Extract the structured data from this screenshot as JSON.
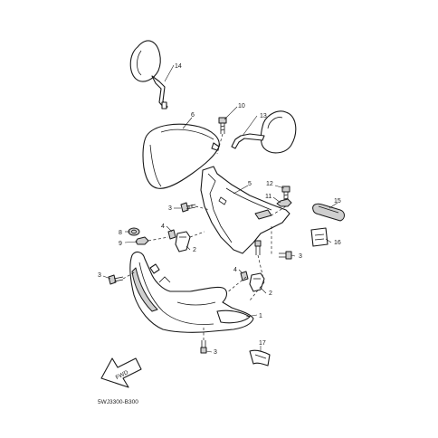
{
  "diagram": {
    "part_code": "5WJ3300-B300",
    "fwd_label": "FWD",
    "callouts": {
      "c1": "1",
      "c2a": "2",
      "c2b": "2",
      "c3a": "3",
      "c3b": "3",
      "c3c": "3",
      "c3d": "3",
      "c4a": "4",
      "c4b": "4",
      "c5": "5",
      "c6": "6",
      "c7": "7",
      "c8": "8",
      "c9": "9",
      "c10": "10",
      "c11": "11",
      "c12": "12",
      "c13": "13",
      "c14": "14",
      "c15": "15",
      "c16": "16",
      "c17": "17"
    }
  }
}
